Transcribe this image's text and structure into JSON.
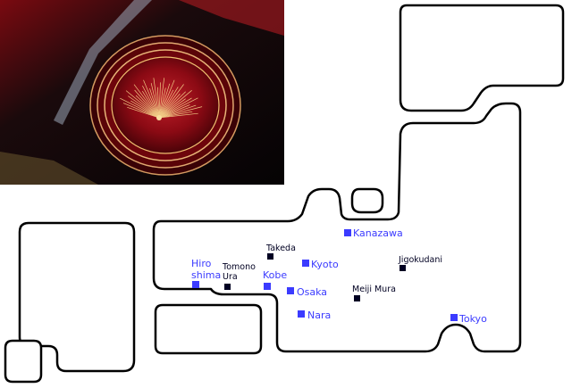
{
  "colors": {
    "link": "#3b3bff",
    "plain": "#000022",
    "bowl_dark": "#120a0c",
    "bowl_red": "#8c0a14",
    "bowl_gold": "#f0c870"
  },
  "cities": [
    {
      "id": "kanazawa",
      "label": "Kanazawa",
      "style": "link"
    },
    {
      "id": "takeda",
      "label": "Takeda",
      "style": "plain"
    },
    {
      "id": "kyoto",
      "label": "Kyoto",
      "style": "link"
    },
    {
      "id": "jigokudani",
      "label": "Jigokudani",
      "style": "plain"
    },
    {
      "id": "hiroshima",
      "label": [
        "Hiro",
        "shima"
      ],
      "style": "link"
    },
    {
      "id": "tomono-ura",
      "label": [
        "Tomono",
        "Ura"
      ],
      "style": "plain"
    },
    {
      "id": "kobe",
      "label": "Kobe",
      "style": "link"
    },
    {
      "id": "osaka",
      "label": "Osaka",
      "style": "link"
    },
    {
      "id": "meiji-mura",
      "label": "Meiji Mura",
      "style": "plain"
    },
    {
      "id": "nara",
      "label": "Nara",
      "style": "link"
    },
    {
      "id": "tokyo",
      "label": "Tokyo",
      "style": "link"
    }
  ]
}
